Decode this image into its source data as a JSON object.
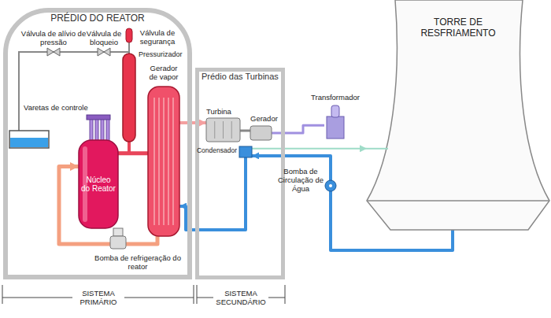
{
  "diagram": {
    "nodes": [
      {
        "text": [
          "PRÉDIO DO REATOR"
        ]
      },
      {
        "text": [
          "Núcleo do Reator"
        ],
        "in": 0
      },
      {
        "text": [
          "Pressurizador"
        ],
        "in": 0
      },
      {
        "text": [
          "Gerador de vapor"
        ],
        "in": 0
      },
      {
        "text": [
          "Prédio das Turbinas"
        ]
      },
      {
        "text": [
          "Turbina"
        ],
        "in": 4
      },
      {
        "text": [
          "Gerador"
        ],
        "in": 4
      },
      {
        "text": [
          "Condensador"
        ],
        "in": 4
      },
      {
        "text": [
          "Transformador"
        ]
      },
      {
        "text": [
          "TORRE DE RESFRIAMENTO"
        ]
      }
    ],
    "edges": [
      {
        "from": 1,
        "to": 3,
        "arrow": "none"
      },
      {
        "from": 3,
        "to": 1,
        "arrow": "to"
      },
      {
        "from": 2,
        "to": 1,
        "arrow": "none"
      },
      {
        "from": 3,
        "to": 5,
        "arrow": "to"
      },
      {
        "from": 5,
        "to": 6,
        "arrow": "none"
      },
      {
        "from": 6,
        "to": 8,
        "arrow": "none"
      },
      {
        "from": 7,
        "to": 3,
        "arrow": "to"
      },
      {
        "from": 7,
        "to": 9,
        "arrow": "to"
      },
      {
        "from": 9,
        "to": 7,
        "arrow": "to"
      }
    ],
    "labels": [
      "Válvula de alívio de pressão",
      "Válvula de bloqueio",
      "Válvula de segurança",
      "Varetas de controle",
      "Bomba de refrigeração do reator",
      "Bomba de Circulação de Água",
      "SISTEMA PRIMÁRIO",
      "SISTEMA SECUNDÁRIO"
    ]
  }
}
